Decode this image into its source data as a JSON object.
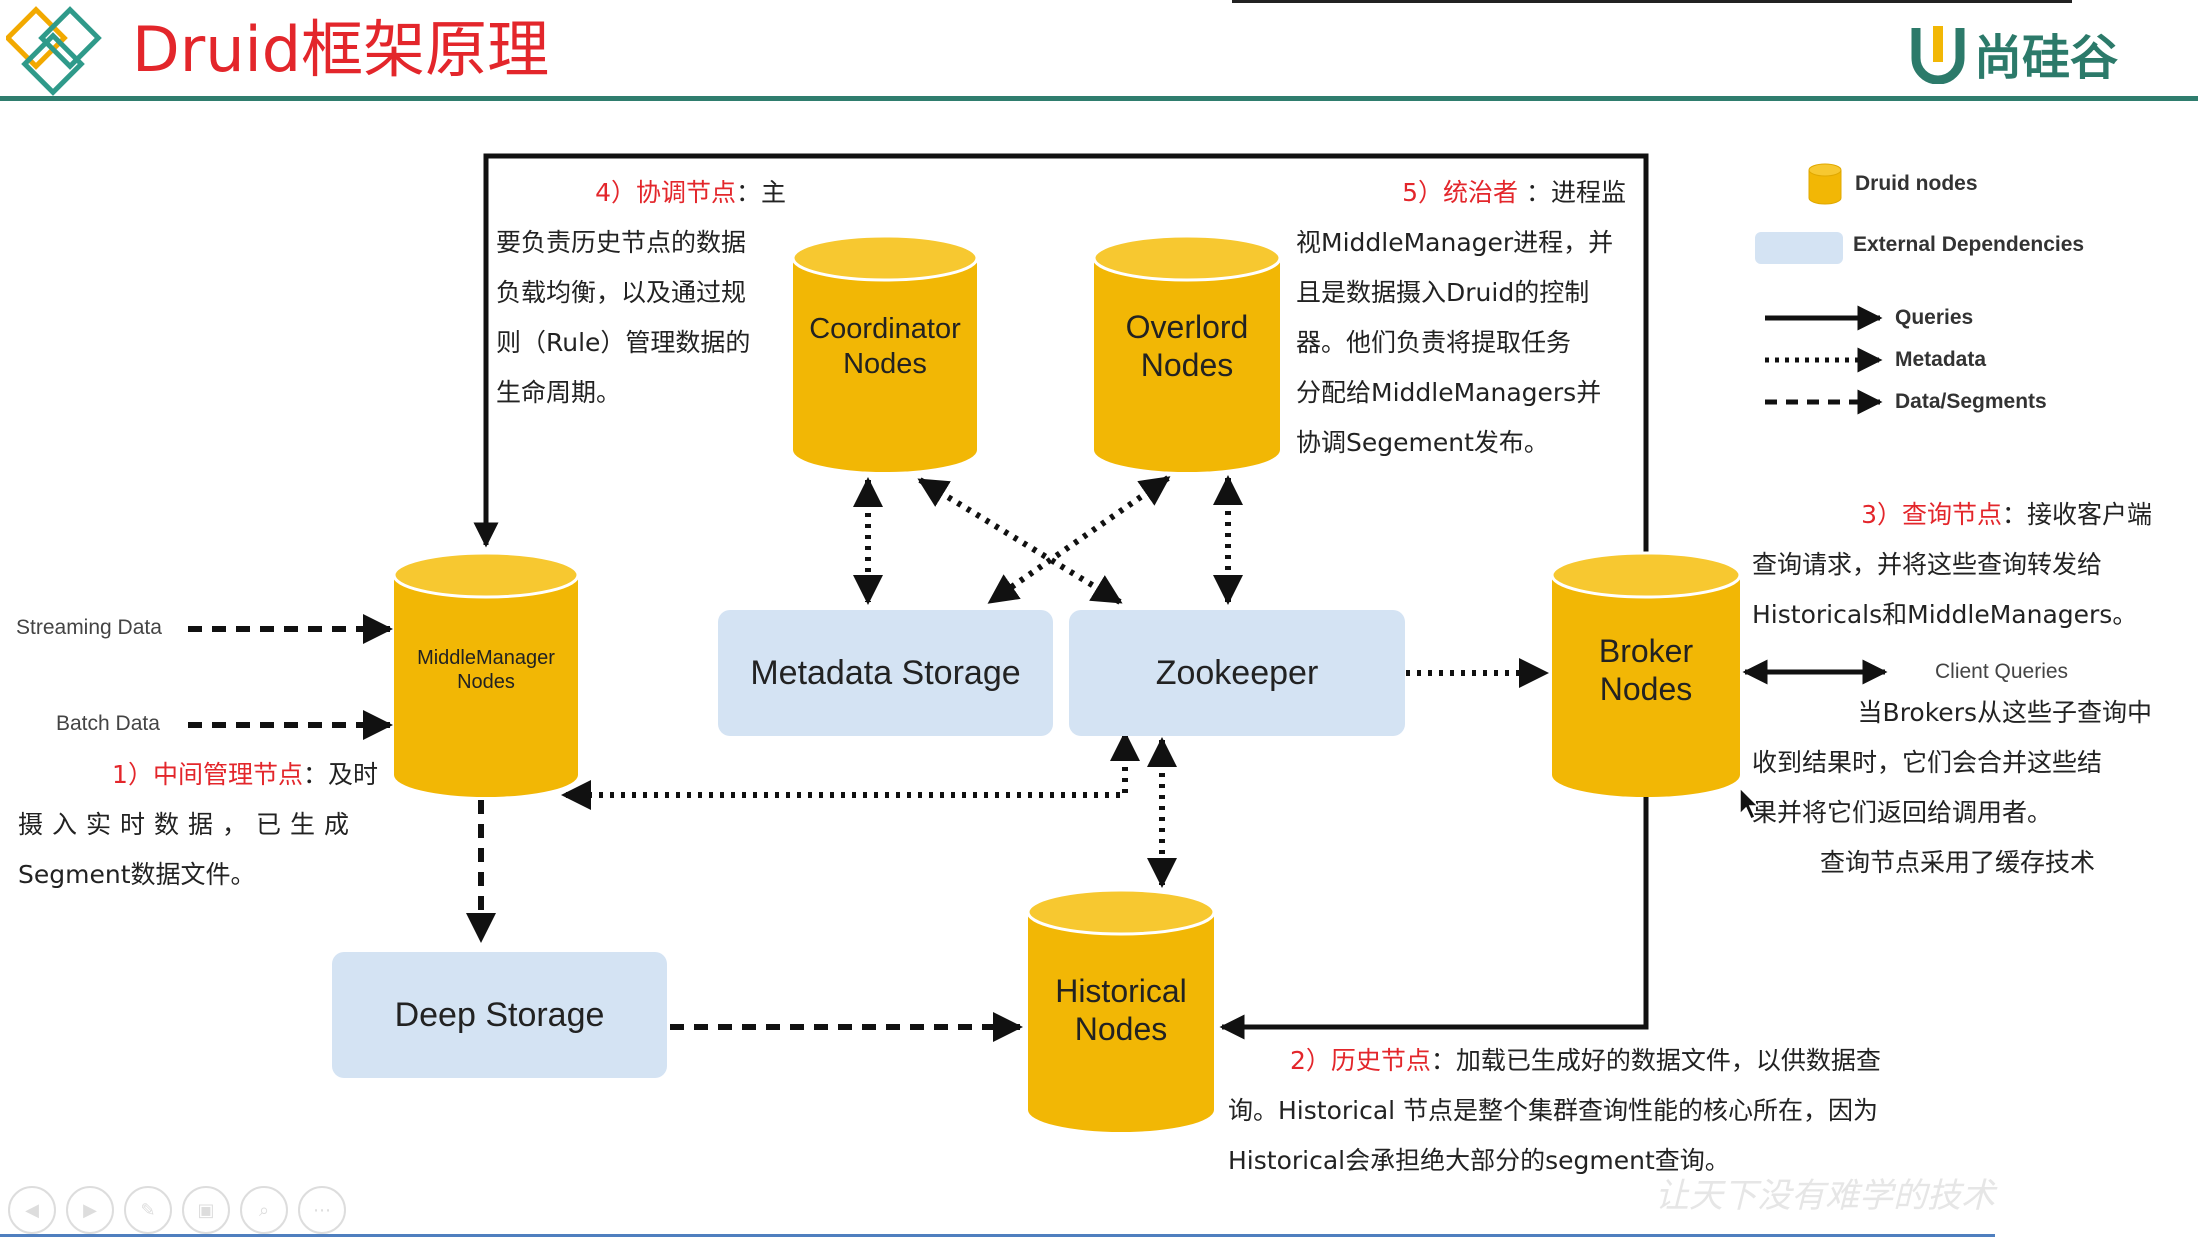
{
  "header": {
    "title": "Druid框架原理",
    "brand": "尚硅谷"
  },
  "nodes": {
    "coordinator": "Coordinator Nodes",
    "overlord": "Overlord Nodes",
    "middlemanager": "MiddleManager Nodes",
    "broker": "Broker Nodes",
    "historical": "Historical Nodes"
  },
  "boxes": {
    "metadata_storage": "Metadata Storage",
    "zookeeper": "Zookeeper",
    "deep_storage": "Deep Storage"
  },
  "inputs": {
    "streaming": "Streaming Data",
    "batch": "Batch Data",
    "client_queries": "Client Queries"
  },
  "legend": {
    "druid_nodes": "Druid nodes",
    "external_dependencies": "External Dependencies",
    "queries": "Queries",
    "metadata": "Metadata",
    "data_segments": "Data/Segments"
  },
  "notes": {
    "coordinator": {
      "label": "4）协调节点",
      "sep": "：",
      "lines": [
        "主",
        "要负责历史节点的数据",
        "负载均衡，以及通过规",
        "则（Rule）管理数据的",
        "生命周期。"
      ]
    },
    "overlord": {
      "label": "5）统治者",
      "sep": " ：",
      "lines": [
        "进程监",
        "视MiddleManager进程，并",
        "且是数据摄入Druid的控制",
        "器。他们负责将提取任务",
        "分配给MiddleManagers并",
        "协调Segement发布。"
      ]
    },
    "broker": {
      "label": "3）查询节点",
      "sep": "：",
      "lines": [
        "接收客户端",
        "查询请求，并将这些查询转发给",
        "Historicals和MiddleManagers。"
      ]
    },
    "broker_merge": {
      "lines": [
        "当Brokers从这些子查询中",
        "收到结果时，它们会合并这些结",
        "果并将它们返回给调用者。",
        "查询节点采用了缓存技术"
      ]
    },
    "middlemanager": {
      "label": "1）中间管理节点",
      "sep": "：",
      "lines": [
        "及时",
        "摄入实时数据，已生成",
        "Segment数据文件。"
      ]
    },
    "historical": {
      "label": "2）历史节点",
      "sep": "：",
      "lines": [
        "加载已生成好的数据文件，以供数据查",
        "询。Historical 节点是整个集群查询性能的核心所在，因为",
        "Historical会承担绝大部分的segment查询。"
      ]
    }
  },
  "watermark": "让天下没有难学的技术",
  "colors": {
    "title_red": "#e3262b",
    "node_yellow": "#f2b705",
    "external_blue": "#d4e3f3",
    "brand_green": "#2c7a6a"
  }
}
